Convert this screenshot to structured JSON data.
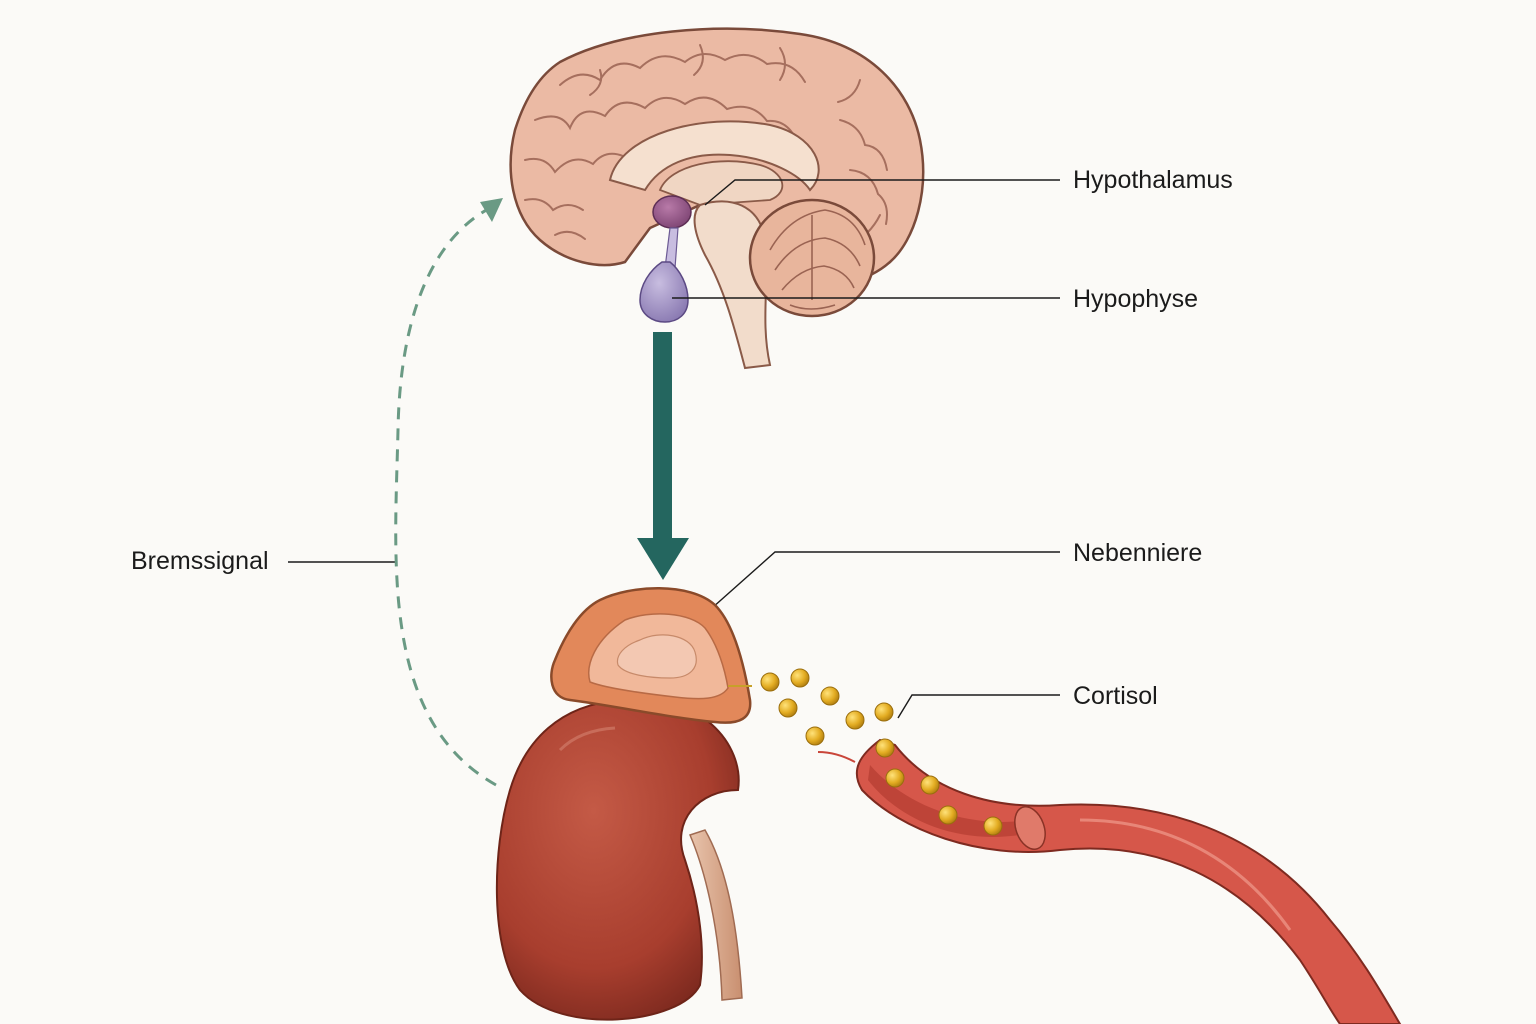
{
  "labels": {
    "hypothalamus": "Hypothalamus",
    "hypophyse": "Hypophyse",
    "nebenniere": "Nebenniere",
    "cortisol": "Cortisol",
    "bremssignal": "Bremssignal"
  },
  "colors": {
    "background": "#fbfaf7",
    "main_arrow": "#24665f",
    "feedback_arrow": "#6a9a84",
    "brain": "#e9b9a3",
    "hypothalamus": "#9a5e8f",
    "hypophyse": "#a99ac6",
    "adrenal_cortex": "#e2885a",
    "kidney": "#a83e2e",
    "vessel": "#d6574a",
    "cortisol": "#e3ac22"
  }
}
